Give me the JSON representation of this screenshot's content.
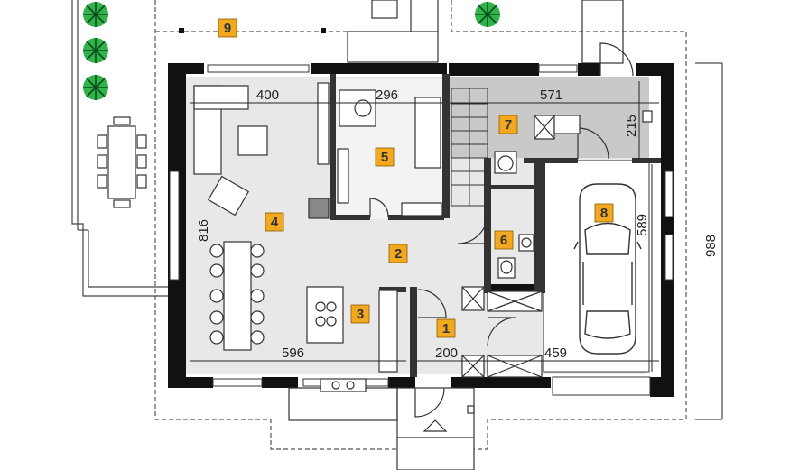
{
  "colors": {
    "wall": "#111111",
    "floor_light": "#e8e8e8",
    "floor_grey": "#c9c9c9",
    "room_tag": "#f2a920",
    "tree": "#2fb34a",
    "line": "#333333"
  },
  "rooms": [
    {
      "id": "room-1",
      "label": "1"
    },
    {
      "id": "room-2",
      "label": "2"
    },
    {
      "id": "room-3",
      "label": "3"
    },
    {
      "id": "room-4",
      "label": "4"
    },
    {
      "id": "room-5",
      "label": "5"
    },
    {
      "id": "room-6",
      "label": "6"
    },
    {
      "id": "room-7",
      "label": "7"
    },
    {
      "id": "room-8",
      "label": "8"
    },
    {
      "id": "room-9",
      "label": "9"
    }
  ],
  "dimensions": {
    "living_width": "400",
    "study_width": "296",
    "utility_width": "571",
    "utility_depth": "215",
    "living_depth": "816",
    "garage_depth": "589",
    "total_depth": "988",
    "bottom_left": "596",
    "bottom_mid": "200",
    "bottom_right": "459"
  }
}
